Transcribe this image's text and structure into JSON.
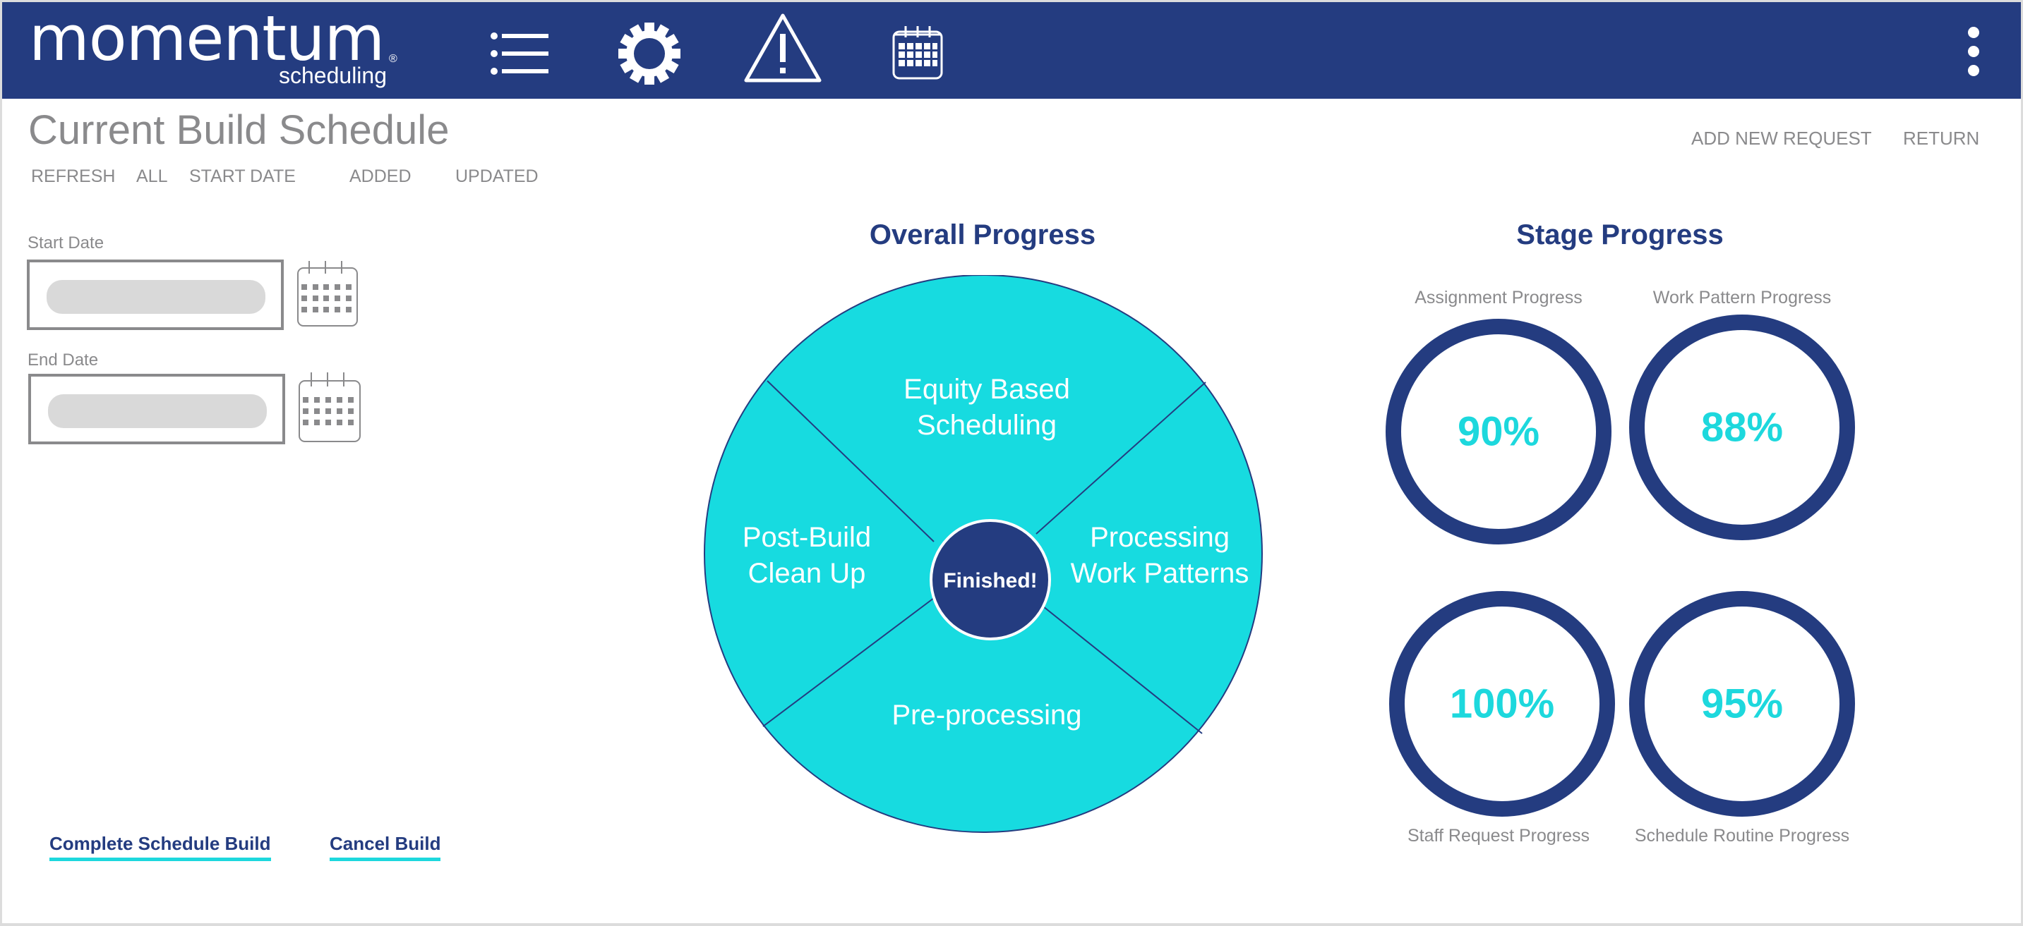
{
  "header": {
    "logo_main": "momentum",
    "logo_reg": "®",
    "logo_sub": "scheduling",
    "icons": [
      "list-icon",
      "gear-icon",
      "warning-icon",
      "calendar-icon",
      "kebab-menu-icon"
    ]
  },
  "page": {
    "title": "Current Build Schedule",
    "subnav": [
      {
        "label": "REFRESH"
      },
      {
        "label": "ALL"
      },
      {
        "label": "START DATE"
      },
      {
        "label": "ADDED"
      },
      {
        "label": "UPDATED"
      }
    ],
    "actions": {
      "add_new_request": "ADD NEW REQUEST",
      "return": "RETURN"
    }
  },
  "form": {
    "start_date": {
      "label": "Start Date",
      "value": ""
    },
    "end_date": {
      "label": "End Date",
      "value": ""
    }
  },
  "footer_links": {
    "complete": "Complete Schedule Build",
    "cancel": "Cancel Build"
  },
  "overall": {
    "title": "Overall Progress",
    "center_label": "Finished!",
    "segments": [
      {
        "line1": "Equity Based",
        "line2": "Scheduling"
      },
      {
        "line1": "Processing",
        "line2": "Work Patterns"
      },
      {
        "line1": "Pre-processing",
        "line2": ""
      },
      {
        "line1": "Post-Build",
        "line2": "Clean Up"
      }
    ]
  },
  "stage": {
    "title": "Stage Progress",
    "items": [
      {
        "label": "Assignment Progress",
        "value": "90%"
      },
      {
        "label": "Work Pattern Progress",
        "value": "88%"
      },
      {
        "label": "Staff Request Progress",
        "value": "100%"
      },
      {
        "label": "Schedule Routine Progress",
        "value": "95%"
      }
    ]
  },
  "colors": {
    "brand_navy": "#243c80",
    "accent_cyan": "#1dd8dd",
    "muted_gray": "#8a8a8c"
  }
}
